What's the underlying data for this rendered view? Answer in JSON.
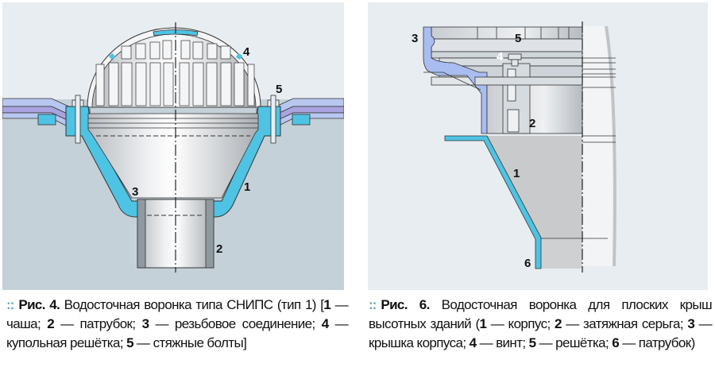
{
  "figure4": {
    "labels": {
      "l1": "1",
      "l2": "2",
      "l3": "3",
      "l4": "4",
      "l5": "5"
    },
    "caption": {
      "marker": "::",
      "fig": "Рис. 4.",
      "title": "Водосточная воронка типа СНИПС (тип 1)",
      "open": " [",
      "items": [
        {
          "num": "1",
          "text": " — чаша; "
        },
        {
          "num": "2",
          "text": " — патрубок; "
        },
        {
          "num": "3",
          "text": " — резьбовое соединение; "
        },
        {
          "num": "4",
          "text": " — купольная решётка; "
        },
        {
          "num": "5",
          "text": " — стяжные болты]"
        }
      ]
    }
  },
  "figure6": {
    "labels": {
      "l1": "1",
      "l2": "2",
      "l3": "3",
      "l4": "4",
      "l5": "5",
      "l6": "6"
    },
    "caption": {
      "marker": "::",
      "fig": "Рис. 6.",
      "title": "Водосточная воронка для плоских крыш высотных зданий",
      "open": " (",
      "items": [
        {
          "num": "1",
          "text": " — корпус; "
        },
        {
          "num": "2",
          "text": " — затяжная серьга; "
        },
        {
          "num": "3",
          "text": " — крышка корпуса; "
        },
        {
          "num": "4",
          "text": " — винт; "
        },
        {
          "num": "5",
          "text": " — решётка; "
        },
        {
          "num": "6",
          "text": " — патрубок)"
        }
      ]
    }
  },
  "colors": {
    "accent_blue": "#4fc3e3",
    "roof_violet": "#a9a4e0",
    "panel_light": "#e8edf2",
    "panel_dark": "#c5d1d8"
  }
}
